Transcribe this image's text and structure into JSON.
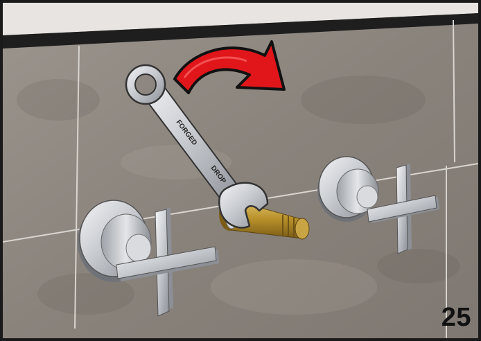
{
  "step": {
    "number": "25"
  },
  "wrench": {
    "brand_text": "FORGED",
    "size_text": "DROP"
  },
  "colors": {
    "arrow_fill": "#e0161b",
    "arrow_outline": "#111111",
    "tile": "#8e8781",
    "brass": "#b8902a",
    "chrome": "#c9ccd1"
  },
  "icons": [
    "rotate-clockwise-arrow-icon",
    "wrench-icon",
    "tap-handle-icon",
    "valve-cartridge-icon"
  ]
}
